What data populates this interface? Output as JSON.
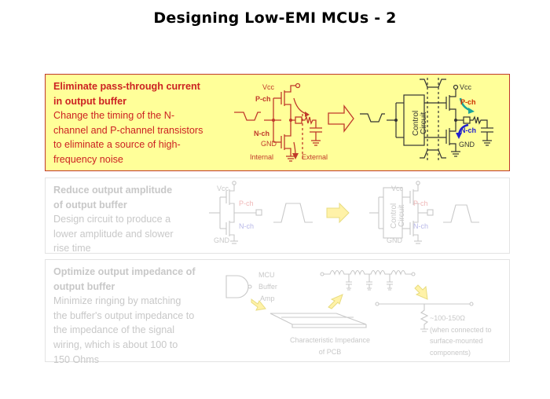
{
  "slide": {
    "title": "Designing Low-EMI MCUs - 2"
  },
  "panels": [
    {
      "heading": [
        "Eliminate pass-through current",
        "in output buffer"
      ],
      "body": [
        "Change the timing of the N-",
        "channel and P-channel transistors",
        "to eliminate a source of high-",
        "frequency noise"
      ],
      "state": "active",
      "diagram": {
        "before": {
          "vcc": "Vcc",
          "pch": "P-ch",
          "nch": "N-ch",
          "gnd": "GND",
          "internal": "Internal",
          "external": "External"
        },
        "after": {
          "control_1": "Control",
          "control_2": "Circuit",
          "vcc": "Vcc",
          "pch": "P-ch",
          "nch": "N-ch",
          "gnd": "GND"
        }
      }
    },
    {
      "heading": [
        "Reduce output amplitude",
        "of output buffer"
      ],
      "body": [
        "Design circuit to produce a",
        "lower amplitude and slower",
        "rise time"
      ],
      "state": "dimmed",
      "diagram": {
        "before": {
          "vcc": "Vcc",
          "pch": "P-ch",
          "nch": "N-ch",
          "gnd": "GND"
        },
        "after": {
          "control_1": "Control",
          "control_2": "Circuit",
          "vcc": "Vcc",
          "pch": "P-ch",
          "nch": "N-ch",
          "gnd": "GND"
        }
      }
    },
    {
      "heading": [
        "Optimize output impedance of",
        "output buffer"
      ],
      "body": [
        "Minimize ringing by matching",
        "the buffer's output impedance to",
        "the impedance of the signal",
        "wiring, which is about 100 to",
        "150 Ohms"
      ],
      "state": "dimmed",
      "diagram": {
        "amp_label": [
          "MCU",
          "Buffer",
          "Amp"
        ],
        "pcb_label": [
          "Characteristic Impedance",
          "of PCB"
        ],
        "impedance_label": [
          "~100-150Ω",
          "(when connected to",
          "surface-mounted",
          "components)"
        ]
      }
    }
  ],
  "colors": {
    "active_bg": "#ffff99",
    "active_text": "#cc2222",
    "active_border": "#c0392b",
    "dim_text": "#c8c8c8",
    "pch_arrow": "#1aa39a",
    "nch_arrow": "#2222cc",
    "block_arrow_fill": "#fff2a8"
  }
}
